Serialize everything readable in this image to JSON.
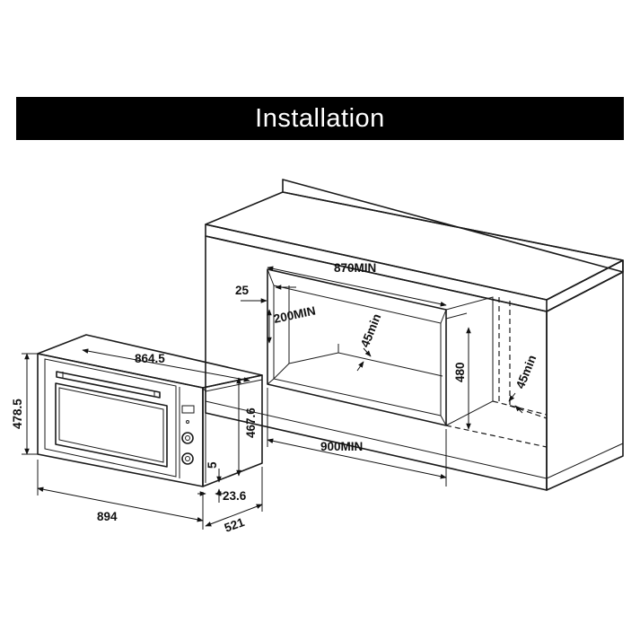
{
  "title": "Installation",
  "cabinet_dimensions": {
    "niche_width": "870MIN",
    "top_gap": "25",
    "side_gap": "200MIN",
    "rear_vent": "45min",
    "niche_height": "480",
    "side_vent": "45min",
    "cabinet_width": "900MIN"
  },
  "oven_dimensions": {
    "depth_top": "864.5",
    "overall_height": "478.5",
    "body_height": "467.6",
    "bottom_step": "5",
    "panel_thickness": "23.6",
    "overall_width": "894",
    "overall_depth": "521"
  }
}
